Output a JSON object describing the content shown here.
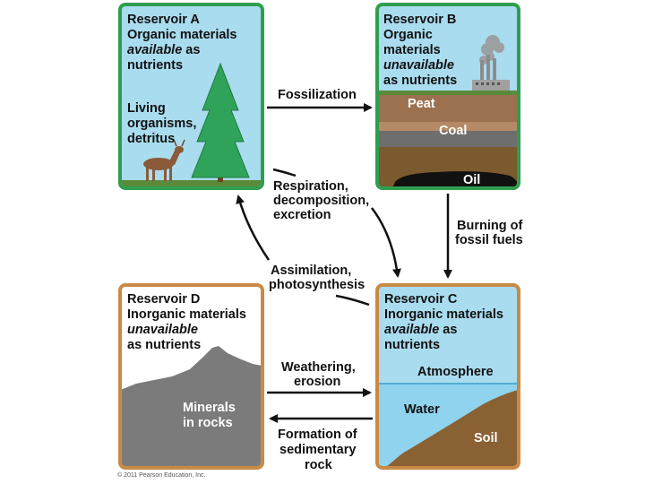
{
  "reservoir_a": {
    "title": "Reservoir A",
    "line1": "Organic materials",
    "line2_em": "available",
    "line2_rest": " as",
    "line3": "nutrients",
    "contents": [
      "Living",
      "organisms,",
      "detritus"
    ]
  },
  "reservoir_b": {
    "title": "Reservoir B",
    "line1": "Organic",
    "line2": "materials",
    "line3_em": "unavailable",
    "line4": "as nutrients",
    "layers": [
      "Peat",
      "Coal",
      "Oil"
    ]
  },
  "reservoir_c": {
    "title": "Reservoir C",
    "line1": "Inorganic materials",
    "line2_em": "available",
    "line2_rest": " as",
    "line3": "nutrients",
    "zones": [
      "Atmosphere",
      "Water",
      "Soil"
    ]
  },
  "reservoir_d": {
    "title": "Reservoir D",
    "line1": "Inorganic materials",
    "line2_em": "unavailable",
    "line3": "as nutrients",
    "contents": [
      "Minerals",
      "in rocks"
    ]
  },
  "processes": {
    "fossilization": "Fossilization",
    "respiration": [
      "Respiration,",
      "decomposition,",
      "excretion"
    ],
    "burning": [
      "Burning of",
      "fossil fuels"
    ],
    "assimilation": [
      "Assimilation,",
      "photosynthesis"
    ],
    "weathering": [
      "Weathering,",
      "erosion"
    ],
    "formation": [
      "Formation of",
      "sedimentary",
      "rock"
    ]
  },
  "copyright": "© 2011 Pearson Education, Inc.",
  "colors": {
    "green_border": "#2e9e4f",
    "orange_border": "#c98a45",
    "sky": "#a9dcef",
    "water": "#8fd3ee",
    "soil": "#8a6133",
    "rock": "#7b7b7b"
  }
}
